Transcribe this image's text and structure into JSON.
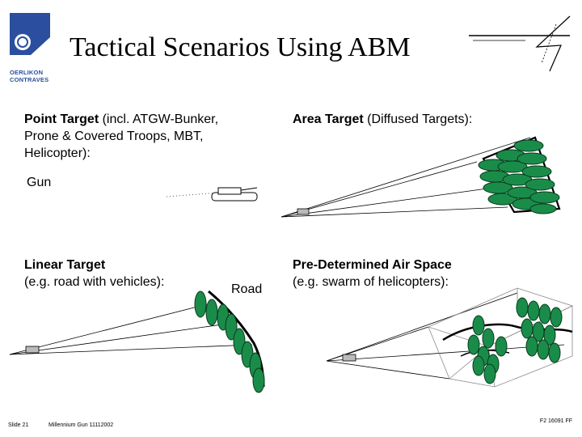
{
  "title": "Tactical Scenarios Using ABM",
  "logo": {
    "line1": "OERLIKON",
    "line2": "CONTRAVES",
    "color": "#2b4f9e"
  },
  "labels": {
    "point_target_bold": "Point Target",
    "point_target_rest": " (incl. ATGW-Bunker,",
    "point_target_line2": "Prone & Covered Troops, MBT,",
    "point_target_line3": "Helicopter):",
    "area_target_bold": "Area Target",
    "area_target_rest": " (Diffused Targets):",
    "gun": "Gun",
    "linear_target_line1": "Linear Target",
    "linear_target_line2": "(e.g. road with vehicles):",
    "road": "Road",
    "air_space_line1": "Pre-Determined Air Space",
    "air_space_line2": "(e.g. swarm of helicopters):"
  },
  "footer": {
    "slide": "Slide 21",
    "event": "Millennium Gun 11112002",
    "ref": "F2 16091 FF"
  },
  "colors": {
    "target_fill": "#1a8c4a",
    "target_stroke": "#0a3a1c"
  }
}
